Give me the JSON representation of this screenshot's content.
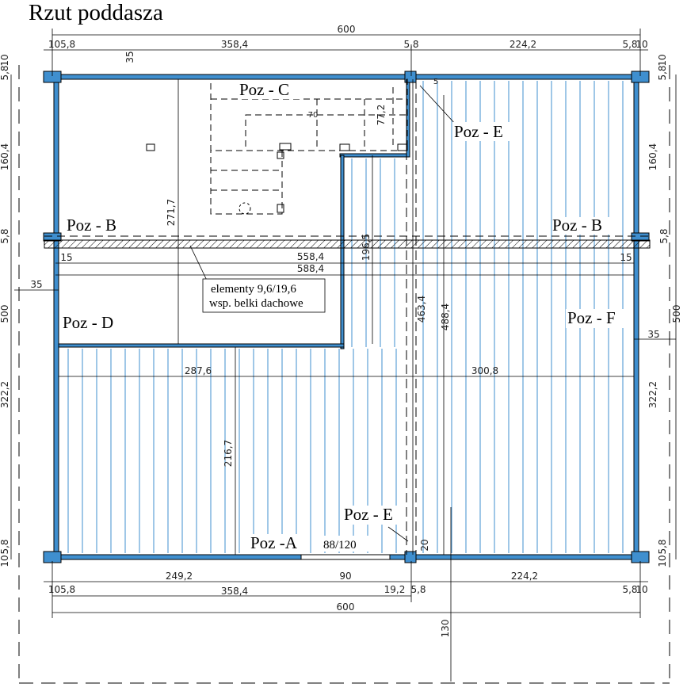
{
  "title": "Rzut poddasza",
  "colors": {
    "wall": "#3f8fcf",
    "joist": "#3f8fcf",
    "line": "#000000",
    "dim": "#222222"
  },
  "labels": {
    "poz_a": "Poz -A",
    "poz_b_left": "Poz - B",
    "poz_b_right": "Poz - B",
    "poz_c": "Poz - C",
    "poz_d": "Poz - D",
    "poz_e_top": "Poz - E",
    "poz_e_bottom": "Poz - E",
    "poz_f": "Poz - F",
    "door": "88/120",
    "note_line1": "elementy 9,6/19,6",
    "note_line2": "wsp. belki dachowe"
  },
  "dimensions": {
    "top_total": "600",
    "top_105_left": "105,8",
    "top_358": "358,4",
    "top_58_mid": "5,8",
    "top_224": "224,2",
    "top_58_right": "5,8",
    "top_10_right": "10",
    "top_35": "35",
    "stair_70": "70",
    "stair_772": "77,2",
    "stair_5": "5",
    "left_58_top": "5,8",
    "left_10_top": "10",
    "left_1604": "160,4",
    "left_58_mid": "5,8",
    "left_500": "500",
    "left_3222": "322,2",
    "left_58_bottom": "5,8",
    "left_10_bottom": "10",
    "left_35": "35",
    "right_58_top": "5,8",
    "right_10_top": "10",
    "right_1604": "160,4",
    "right_58_mid": "5,8",
    "right_500": "500",
    "right_3222": "322,2",
    "right_58_bottom": "5,8",
    "right_10_bottom": "10",
    "right_35": "35",
    "inner_2717": "271,7",
    "inner_15_left": "15",
    "inner_15_right": "15",
    "inner_5584": "558,4",
    "inner_5884": "588,4",
    "inner_1965": "196,5",
    "inner_4634": "463,4",
    "inner_4884": "488,4",
    "inner_2876": "287,6",
    "inner_3008": "300,8",
    "inner_2167": "216,7",
    "inner_20": "20",
    "bot_105_left": "105,8",
    "bot_2492": "249,2",
    "bot_90": "90",
    "bot_192": "19,2",
    "bot_58": "5,8",
    "bot_224": "224,2",
    "bot_58_right": "5,8",
    "bot_10_right": "10",
    "bot_3584": "358,4",
    "bot_600": "600",
    "bot_130": "130"
  }
}
